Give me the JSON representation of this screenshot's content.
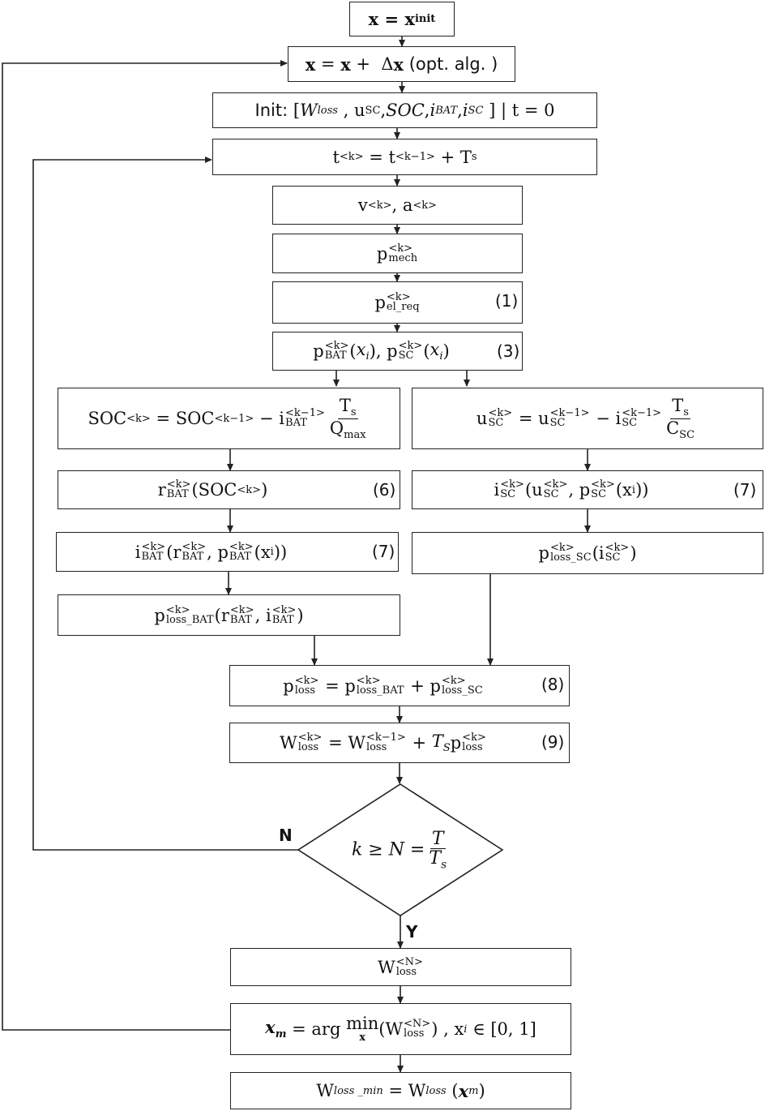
{
  "boxes": {
    "x_init": "x = xinit",
    "x_update": "x = x + Δx (opt. alg.)",
    "init": "Init: [Wloss , uSC, SOC, iBAT, iSC ] | t = 0",
    "time": "t<k> = t<k−1> + Ts",
    "va": "v<k>, a<k>",
    "p_mech": "p<k>mech",
    "p_el_req": "p<k>el_req",
    "p_bat_sc": "p<k>BAT(xi), p<k>SC(xi)",
    "soc": "SOC<k> = SOC<k−1> − i<k−1>BAT Ts/Qmax",
    "u_sc": "u<k>SC = u<k−1>SC − i<k−1>SC Ts/CSC",
    "r_bat": "r<k>BAT(SOC<k>)",
    "i_sc": "i<k>SC(u<k>SC, p<k>SC(xi))",
    "i_bat": "i<k>BAT(r<k>BAT, p<k>BAT(xi))",
    "p_loss_sc": "p<k>loss_SC(i<k>SC)",
    "p_loss_bat": "p<k>loss_BAT(r<k>BAT, i<k>BAT)",
    "p_loss": "p<k>loss = p<k>loss_BAT + p<k>loss_SC",
    "w_loss": "W<k>loss = W<k−1>loss + TS p<k>loss",
    "decision": "k ≥ N = T/Ts",
    "w_loss_n": "W<N>loss",
    "x_m": "xm = arg min x (W<N>loss), xi ∈ [0, 1]",
    "w_loss_min": "Wloss_min = Wloss(xm)"
  },
  "eq_numbers": {
    "p_el_req": "(1)",
    "p_bat_sc": "(3)",
    "r_bat": "(6)",
    "i_sc": "(7)",
    "i_bat": "(7)",
    "p_loss": "(8)",
    "w_loss": "(9)"
  },
  "branch_labels": {
    "no": "N",
    "yes": "Y"
  }
}
